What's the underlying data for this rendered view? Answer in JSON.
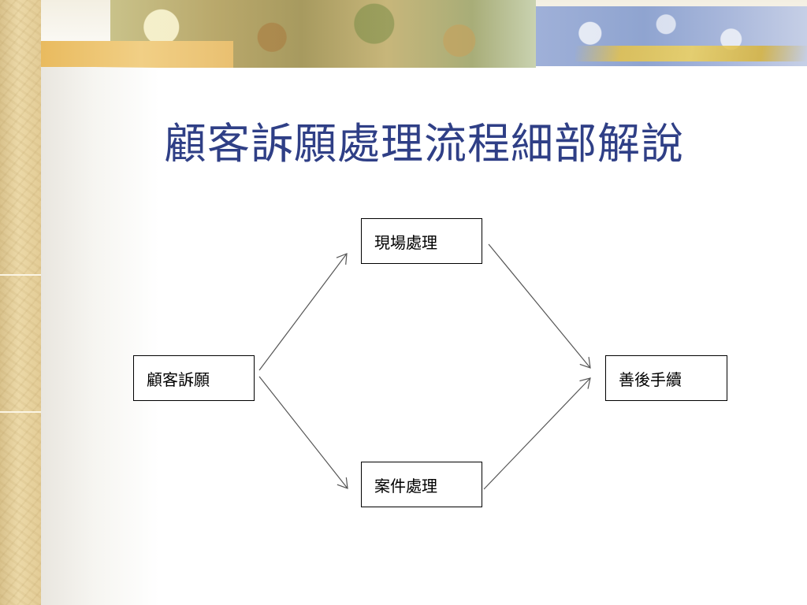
{
  "slide": {
    "title": "顧客訴願處理流程細部解說"
  },
  "diagram": {
    "nodes": [
      {
        "id": "customer",
        "label": "顧客訴願"
      },
      {
        "id": "onsite",
        "label": "現場處理"
      },
      {
        "id": "case",
        "label": "案件處理"
      },
      {
        "id": "followup",
        "label": "善後手續"
      }
    ],
    "edges": [
      {
        "from": "customer",
        "to": "onsite"
      },
      {
        "from": "customer",
        "to": "case"
      },
      {
        "from": "onsite",
        "to": "followup"
      },
      {
        "from": "case",
        "to": "followup"
      }
    ]
  },
  "colors": {
    "title": "#2f3f86",
    "border": "#000000",
    "arrow": "#555555"
  }
}
